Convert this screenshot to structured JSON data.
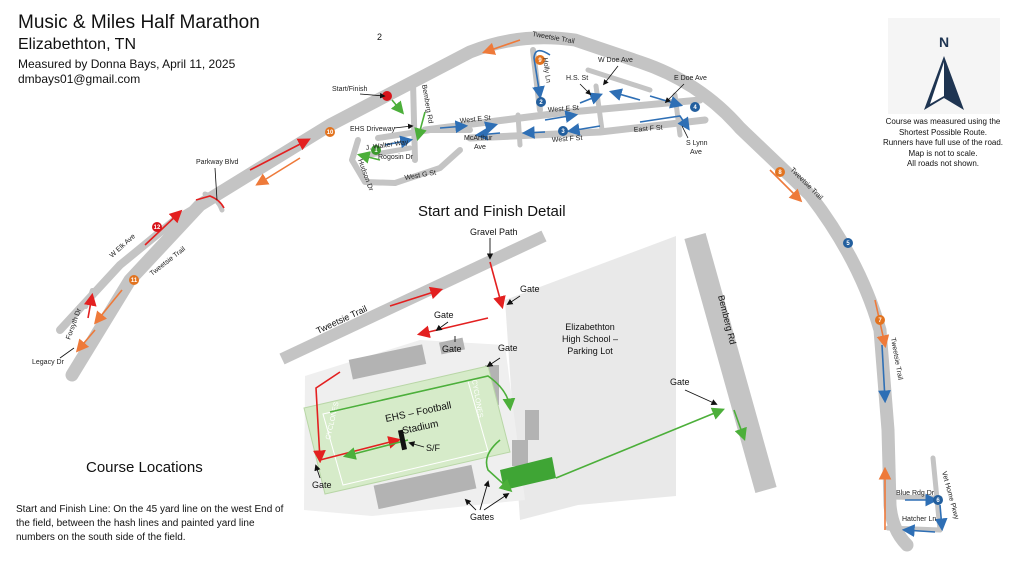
{
  "header": {
    "title": "Music & Miles Half Marathon",
    "location": "Elizabethton, TN",
    "measured_by": "Measured by Donna Bays, April 11, 2025",
    "email": "dmbays01@gmail.com",
    "page_number": "2"
  },
  "north_arrow": {
    "letter": "N"
  },
  "notes": [
    "Course was measured using the",
    "Shortest Possible Route.",
    "Runners have full use of the road.",
    "Map is not to scale.",
    "All roads not shown."
  ],
  "streets": {
    "tweetsie_trail": "Tweetsie Trail",
    "parkway_blvd": "Parkway Blvd",
    "w_elk_ave": "W Elk Ave",
    "forsyth_dr": "Forsyth Dr",
    "legacy_dr": "Legacy Dr",
    "start_finish": "Start/Finish",
    "bemberg_rd": "Bemberg Rd",
    "ehs_driveway": "EHS Driveway",
    "j_walter_way": "J. Walter Way",
    "rogosin_dr": "Rogosin Dr",
    "hudson_dr": "Hudson Dr",
    "west_g_st": "West G St",
    "west_e_st": "West E St",
    "mcarthur_ave_1": "McArthur",
    "mcarthur_ave_2": "Ave",
    "west_f_st": "West F St",
    "holly_ln": "Holly Ln",
    "hs_st": "H.S. St",
    "w_doe_ave": "W Doe Ave",
    "east_e_st": "West E St",
    "east_f_st": "East F St",
    "e_doe_ave": "E Doe Ave",
    "s_lynn_ave_1": "S Lynn",
    "s_lynn_ave_2": "Ave",
    "blue_rdg_dr": "Blue Rdg Dr",
    "hatcher_ln": "Hatcher Ln",
    "vet_home_pkwy": "Vet Home Pkwy"
  },
  "mile_markers": [
    "1",
    "2",
    "3",
    "4",
    "5",
    "6",
    "7",
    "8",
    "9",
    "10",
    "11",
    "12"
  ],
  "detail": {
    "title": "Start and Finish Detail",
    "gravel_path": "Gravel Path",
    "tweetsie_trail": "Tweetsie Trail",
    "bemberg_rd": "Bemberg Rd",
    "gate": "Gate",
    "gates": "Gates",
    "parking_lot_1": "Elizabethton",
    "parking_lot_2": "High School –",
    "parking_lot_3": "Parking Lot",
    "stadium_1": "EHS – Football",
    "stadium_2": "Stadium",
    "end_zone_left": "CYCLONES",
    "end_zone_right": "CYCLONES",
    "sf": "S/F"
  },
  "course_locations": {
    "title": "Course Locations",
    "start_finish_note": "Start and Finish Line:  On the 45 yard line on the west End of the field, between the hash lines and painted yard line numbers on the south side of the field."
  },
  "colors": {
    "road": "#c4c4c4",
    "red_route": "#e32020",
    "orange_route": "#ee7a3a",
    "blue_route": "#2e6fb5",
    "green_route": "#4caf3a",
    "field": "#d6ebc9",
    "parking": "#e9e9e9",
    "mile_orange": "#e2731f",
    "mile_blue": "#235f9e",
    "mile_red": "#d8141a",
    "mile_green": "#3c9a2e"
  }
}
